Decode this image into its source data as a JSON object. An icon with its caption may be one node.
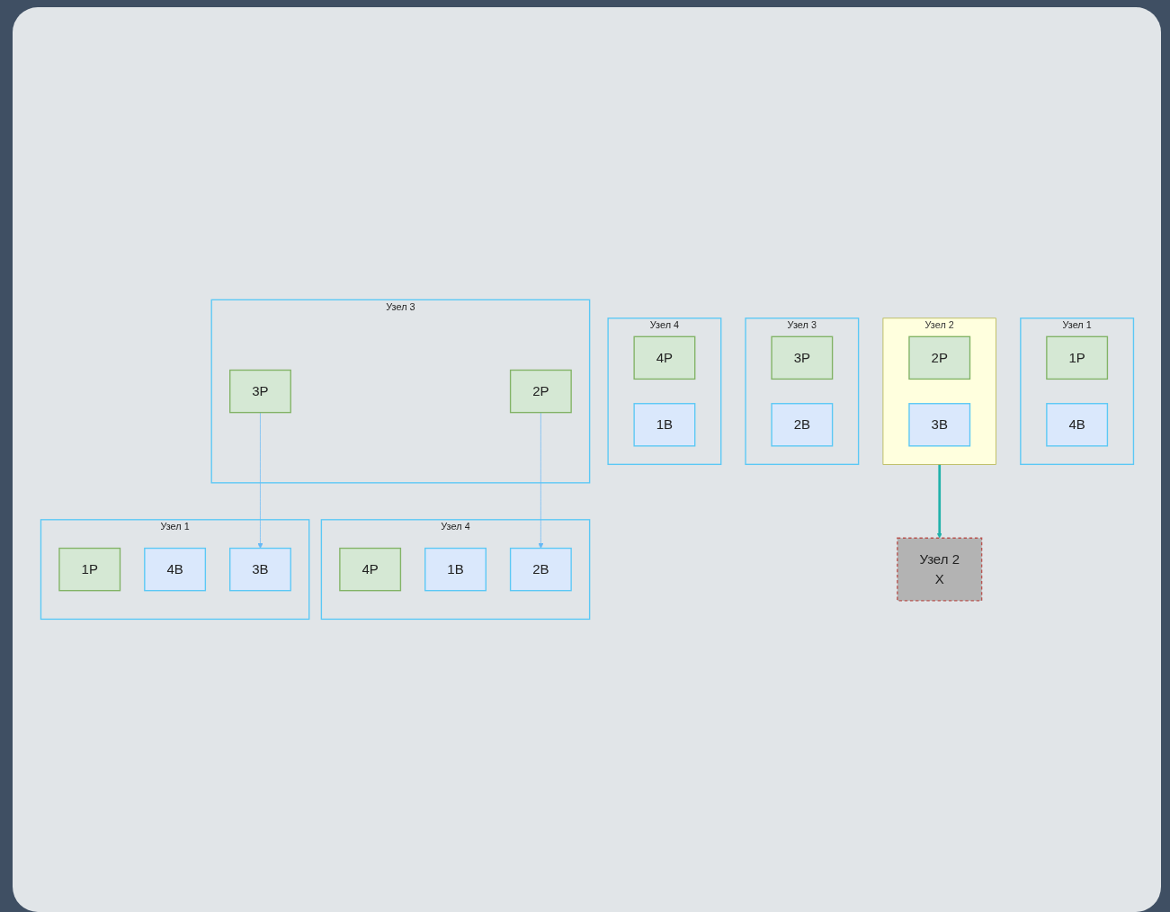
{
  "diagram": {
    "nodes": [
      {
        "text": [
          "Узел 1"
        ]
      },
      {
        "text": [
          "1P"
        ],
        "in": 0
      },
      {
        "text": [
          "4B"
        ],
        "in": 0
      },
      {
        "text": [
          "Узел 2"
        ]
      },
      {
        "text": [
          "2P"
        ],
        "in": 3
      },
      {
        "text": [
          "3B"
        ],
        "in": 3
      },
      {
        "text": [
          "Узел 3"
        ]
      },
      {
        "text": [
          "3P"
        ],
        "in": 6
      },
      {
        "text": [
          "2B"
        ],
        "in": 6
      },
      {
        "text": [
          "Узел 4"
        ]
      },
      {
        "text": [
          "4P"
        ],
        "in": 9
      },
      {
        "text": [
          "1B"
        ],
        "in": 9
      },
      {
        "text": [
          "Узел 1"
        ]
      },
      {
        "text": [
          "1P"
        ],
        "in": 12
      },
      {
        "text": [
          "4B"
        ],
        "in": 12
      },
      {
        "text": [
          "3B"
        ],
        "in": 12
      },
      {
        "text": [
          "Узел 2",
          "X"
        ]
      },
      {
        "text": [
          "Узел 3"
        ]
      },
      {
        "text": [
          "3P"
        ],
        "in": 17
      },
      {
        "text": [
          "2P"
        ],
        "in": 17
      },
      {
        "text": [
          "Узел 4"
        ]
      },
      {
        "text": [
          "4P"
        ],
        "in": 20
      },
      {
        "text": [
          "1B"
        ],
        "in": 20
      },
      {
        "text": [
          "2B"
        ],
        "in": 20
      }
    ],
    "edges": [
      {
        "from": 3,
        "to": 16,
        "arrow": "to",
        "style": "thick",
        "color": "#20b2aa"
      },
      {
        "from": 18,
        "to": 15,
        "arrow": "to"
      },
      {
        "from": 19,
        "to": 23,
        "arrow": "to"
      }
    ]
  }
}
